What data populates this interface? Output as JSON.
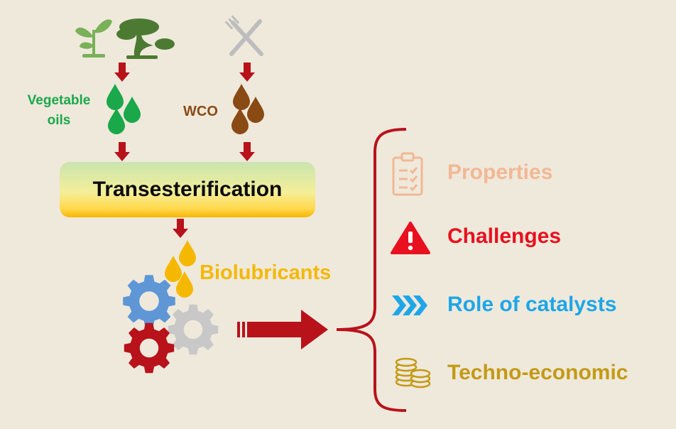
{
  "sources": {
    "vegetable_label": "Vegetable oils",
    "wco_label": "WCO"
  },
  "process": {
    "step_label": "Transesterification"
  },
  "product": {
    "label": "Biolubricants"
  },
  "topics": [
    {
      "label": "Properties",
      "color": "#f2b894",
      "icon": "clipboard-checklist-icon"
    },
    {
      "label": "Challenges",
      "color": "#e8101e",
      "icon": "warning-triangle-icon"
    },
    {
      "label": "Role of catalysts",
      "color": "#1ea6e8",
      "icon": "chevrons-right-icon"
    },
    {
      "label": "Techno-economic",
      "color": "#c49a14",
      "icon": "coins-stack-icon"
    }
  ],
  "colors": {
    "arrow": "#b8121b",
    "green": "#1aa84a",
    "brown": "#8a4a14",
    "gold": "#f5b800",
    "gear_blue": "#5e96d6",
    "gear_grey": "#c8c8c8",
    "gear_red": "#b8121b"
  }
}
